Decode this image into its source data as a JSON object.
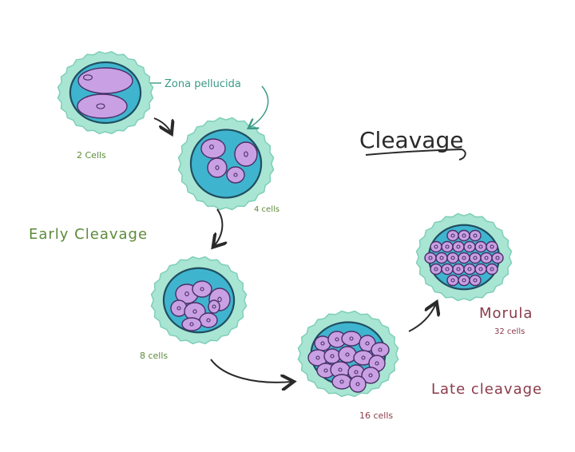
{
  "title": "Cleavage",
  "annotations": {
    "zona": "Zona pellucida",
    "early": "Early Cleavage",
    "late": "Late cleavage",
    "morula": "Morula"
  },
  "stages": [
    {
      "id": "2",
      "label": "2 Cells"
    },
    {
      "id": "4",
      "label": "4 cells"
    },
    {
      "id": "8",
      "label": "8 cells"
    },
    {
      "id": "16",
      "label": "16 cells"
    },
    {
      "id": "32",
      "label": "32 cells"
    }
  ],
  "colors": {
    "zona": "#a9e5d3",
    "zona_edge": "#7fcfb8",
    "fluid": "#3fb4cf",
    "cell": "#c9a0e4",
    "cell_edge": "#4a2f66",
    "outline": "#1f4f60"
  }
}
